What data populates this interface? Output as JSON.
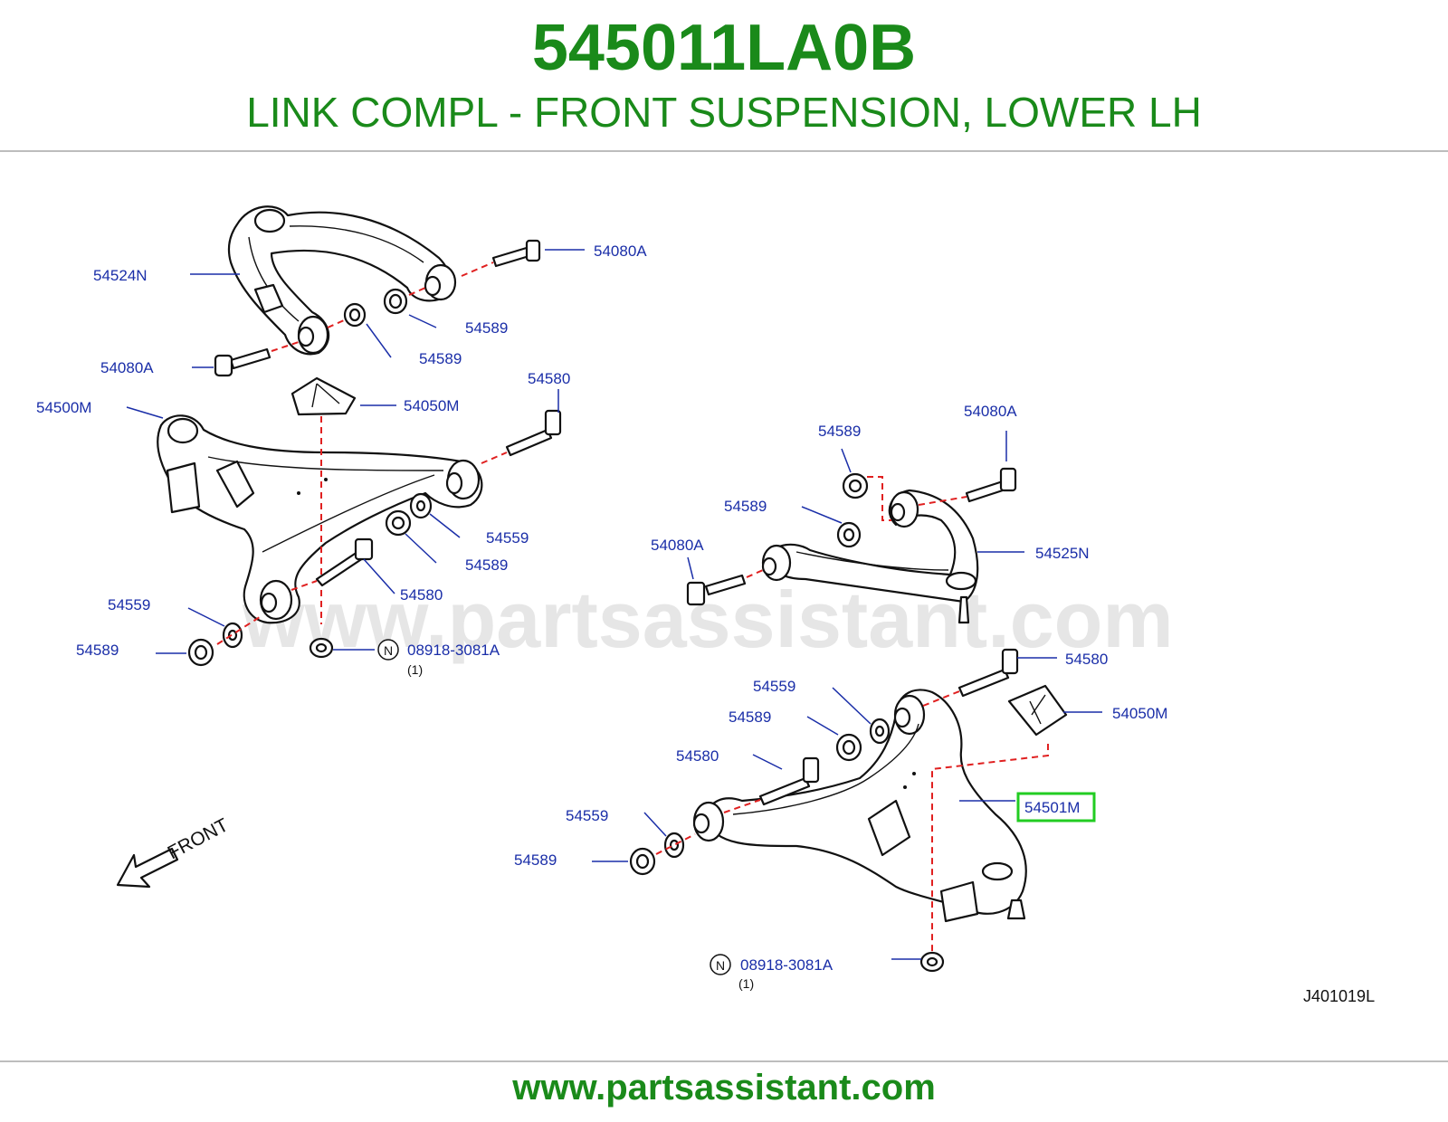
{
  "header": {
    "part_number": "545011LA0B",
    "description": "LINK COMPL - FRONT SUSPENSION, LOWER LH"
  },
  "diagram": {
    "watermark": "www.partsassistant.com",
    "code": "J401019L",
    "front_label": "FRONT",
    "labels": {
      "l1": "54524N",
      "l2": "54080A",
      "l3": "54589",
      "l4": "54589",
      "l5": "54080A",
      "l6": "54580",
      "l7": "54500M",
      "l8": "54050M",
      "l9": "54559",
      "l10": "54589",
      "l11": "54580",
      "l12": "54559",
      "l13": "54589",
      "l14": "08918-3081A",
      "l15": "(1)",
      "l16": "54589",
      "l17": "54080A",
      "l18": "54589",
      "l19": "54080A",
      "l20": "54525N",
      "l21": "54580",
      "l22": "54559",
      "l23": "54050M",
      "l24": "54589",
      "l25": "54580",
      "l26": "54501M",
      "l27": "54559",
      "l28": "54589",
      "l29": "08918-3081A",
      "l30": "(1)"
    },
    "nut_symbol": "N",
    "highlight_color": "#22cc22"
  },
  "footer": {
    "url": "www.partsassistant.com"
  }
}
